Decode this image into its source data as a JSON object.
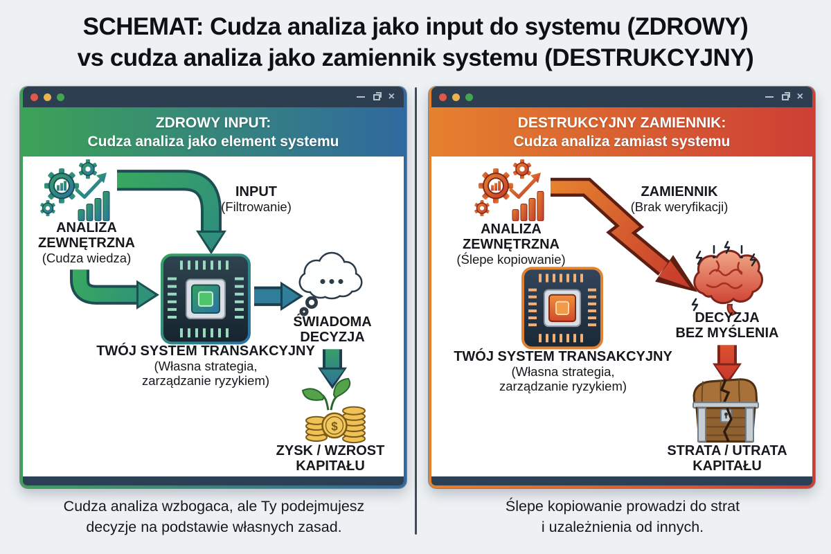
{
  "title": {
    "line1": "SCHEMAT: Cudza analiza jako input do systemu (ZDROWY)",
    "line2": "vs cudza analiza jako zamiennik systemu (DESTRUKCYJNY)"
  },
  "window_controls": {
    "close_glyph": "×"
  },
  "colors": {
    "background": "#edf1f4",
    "titlebar": "#2c3e50",
    "bottombar": "#2b4054",
    "traffic_red": "#e2574c",
    "traffic_yellow": "#ecb24c",
    "traffic_green": "#43a552",
    "healthy_green": "#3ca257",
    "healthy_blue": "#30699f",
    "destructive_orange": "#e5812e",
    "destructive_red": "#cd3f35"
  },
  "windows": {
    "left": {
      "header": {
        "line1": "ZDROWY INPUT:",
        "line2": "Cudza analiza jako element systemu"
      },
      "source": {
        "line1": "ANALIZA",
        "line2": "ZEWNĘTRZNA",
        "sub": "(Cudza wiedza)"
      },
      "flow": {
        "label": "INPUT",
        "sub": "(Filtrowanie)"
      },
      "system": {
        "label": "TWÓJ SYSTEM TRANSAKCYJNY",
        "sub1": "(Własna strategia,",
        "sub2": "zarządzanie ryzykiem)"
      },
      "decision": {
        "line1": "ŚWIADOMA",
        "line2": "DECYZJA"
      },
      "outcome": {
        "line1": "ZYSK / WZROST",
        "line2": "KAPITAŁU"
      },
      "coin_symbol": "$",
      "caption": {
        "line1": "Cudza analiza wzbogaca, ale Ty podejmujesz",
        "line2": "decyzje na podstawie własnych zasad."
      }
    },
    "right": {
      "header": {
        "line1": "DESTRUKCYJNY ZAMIENNIK:",
        "line2": "Cudza analiza zamiast systemu"
      },
      "source": {
        "line1": "ANALIZA",
        "line2": "ZEWNĘTRZNA",
        "sub": "(Ślepe kopiowanie)"
      },
      "flow": {
        "label": "ZAMIENNIK",
        "sub": "(Brak weryfikacji)"
      },
      "system": {
        "label": "TWÓJ SYSTEM TRANSAKCYJNY",
        "sub1": "(Własna strategia,",
        "sub2": "zarządzanie ryzykiem)"
      },
      "decision": {
        "line1": "DECYZJA",
        "line2": "BEZ MYŚLENIA"
      },
      "outcome": {
        "line1": "STRATA / UTRATA",
        "line2": "KAPITAŁU"
      },
      "caption": {
        "line1": "Ślepe kopiowanie prowadzi do strat",
        "line2": "i uzależnienia od innych."
      }
    }
  }
}
